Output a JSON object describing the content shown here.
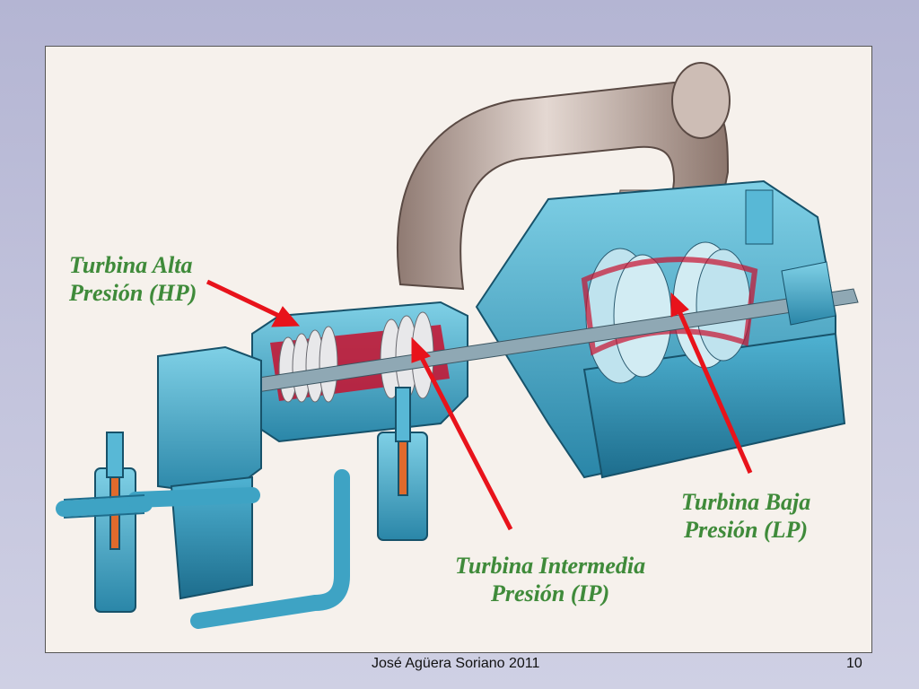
{
  "slide": {
    "labels": {
      "hp_line1": "Turbina Alta",
      "hp_line2": "Presión (HP)",
      "ip_line1": "Turbina Intermedia",
      "ip_line2": "Presión (IP)",
      "lp_line1": "Turbina Baja",
      "lp_line2": "Presión (LP)"
    },
    "footer": {
      "author": "José Agüera Soriano 2011",
      "page_number": "10"
    }
  },
  "colors": {
    "label_green": "#3f8a3a",
    "arrow_red": "#e8131b",
    "casing_blue": "#3ea3c4",
    "rotor_red": "#c8102e",
    "background": "#b4b5d3"
  },
  "icons": [
    "steam-turbine-illustration",
    "arrow-icon"
  ]
}
